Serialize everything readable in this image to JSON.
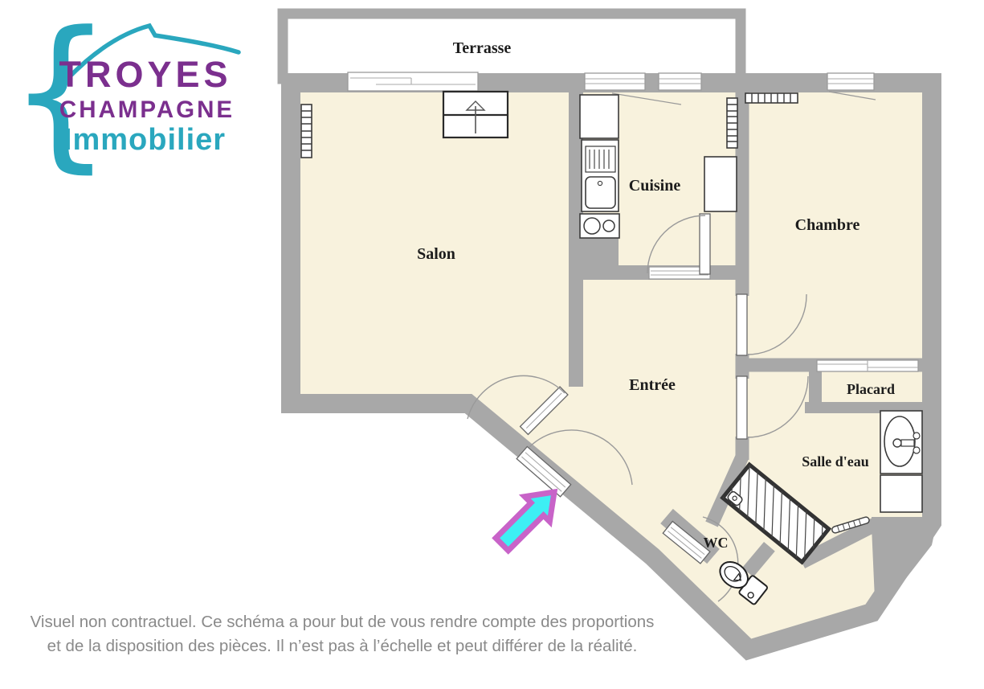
{
  "logo": {
    "brace": "{",
    "line1": "TROYES",
    "line2": "CHAMPAGNE",
    "line3": "Immobilier"
  },
  "rooms": {
    "terrasse": "Terrasse",
    "salon": "Salon",
    "cuisine": "Cuisine",
    "chambre": "Chambre",
    "entree": "Entrée",
    "placard": "Placard",
    "salle_deau": "Salle d'eau",
    "wc": "WC"
  },
  "disclaimer": {
    "line1": "Visuel non contractuel. Ce schéma a pour but de vous rendre compte des proportions",
    "line2": "et de la disposition des pièces. Il n’est pas à l’échelle et peut différer de la réalité."
  },
  "colors": {
    "wall_gray": "#a8a8a8",
    "floor_cream": "#f8f2dd",
    "arrow_fill": "#3deff4",
    "arrow_border": "#c863c8",
    "logo_purple": "#7b2f8e",
    "logo_teal": "#2aa7be",
    "disclaimer_gray": "#8a8a8a"
  }
}
